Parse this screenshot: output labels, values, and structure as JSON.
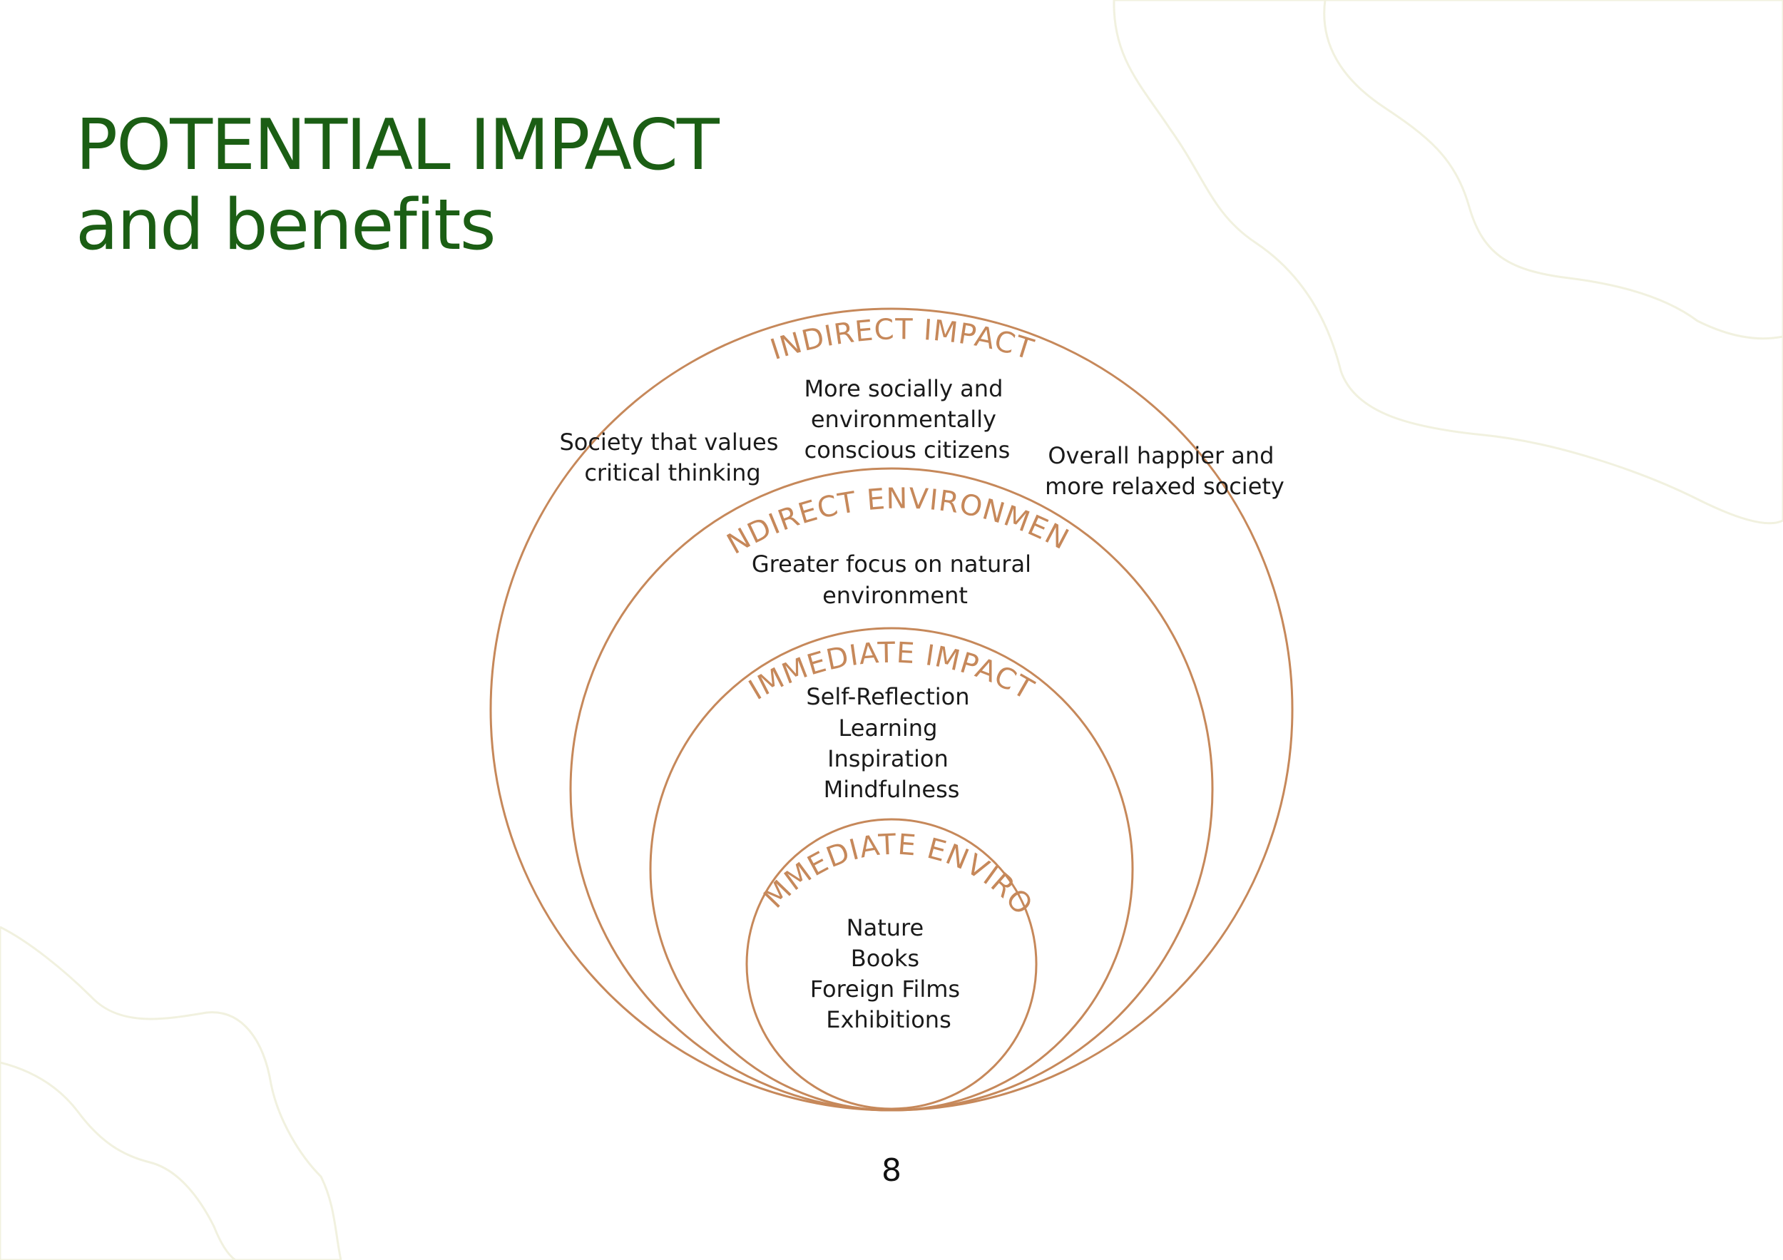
{
  "title": {
    "line1": "POTENTIAL IMPACT",
    "line2": "and benefits"
  },
  "rings": [
    {
      "label": "INDIRECT IMPACT"
    },
    {
      "label": "INDIRECT ENVIRONMENT"
    },
    {
      "label": "IMMEDIATE IMPACT"
    },
    {
      "label": "IMMEDIATE ENVIRO"
    }
  ],
  "indirect_impact_items": {
    "left": [
      "Society that values",
      "critical thinking"
    ],
    "center": [
      "More socially and",
      "environmentally",
      "conscious citizens"
    ],
    "right": [
      "Overall happier and",
      "more relaxed society"
    ]
  },
  "indirect_environment_items": [
    "Greater focus on natural",
    "environment"
  ],
  "immediate_impact_items": [
    "Self-Reflection",
    "Learning",
    "Inspiration",
    "Mindfulness"
  ],
  "immediate_enviro_items": [
    "Nature",
    "Books",
    "Foreign Films",
    "Exhibitions"
  ],
  "page_number": "8",
  "colors": {
    "title": "#1b5e14",
    "ring": "#c6885a",
    "text": "#1a1a1a",
    "decoration": "#f1f1df"
  }
}
